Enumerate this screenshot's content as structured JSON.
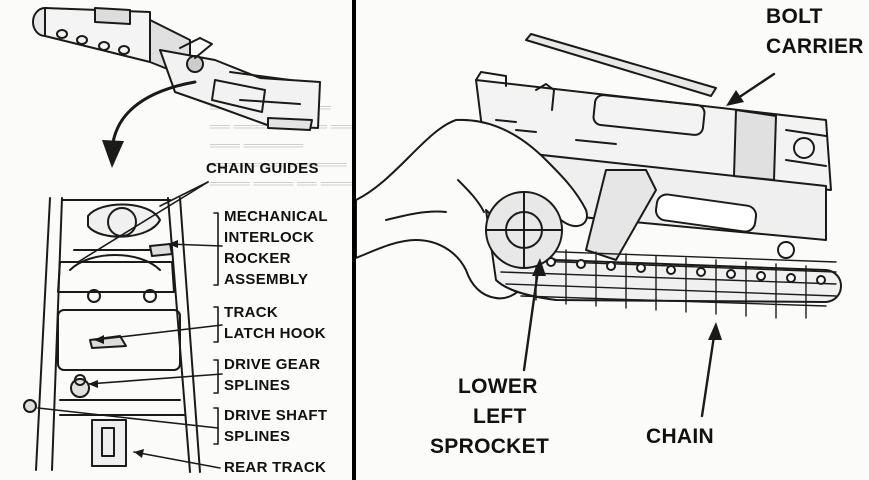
{
  "left_panel": {
    "labels": {
      "chain_guides": "CHAIN GUIDES",
      "interlock_1": "MECHANICAL",
      "interlock_2": "INTERLOCK",
      "interlock_3": "ROCKER",
      "interlock_4": "ASSEMBLY",
      "latch_1": "TRACK",
      "latch_2": "LATCH HOOK",
      "gear_1": "DRIVE GEAR",
      "gear_2": "SPLINES",
      "shaft_1": "DRIVE SHAFT",
      "shaft_2": "SPLINES",
      "rear_track": "REAR TRACK"
    }
  },
  "right_panel": {
    "labels": {
      "bolt_1": "BOLT",
      "bolt_2": "CARRIER",
      "sprocket_1": "LOWER",
      "sprocket_2": "LEFT",
      "sprocket_3": "SPROCKET",
      "chain": "CHAIN"
    }
  }
}
